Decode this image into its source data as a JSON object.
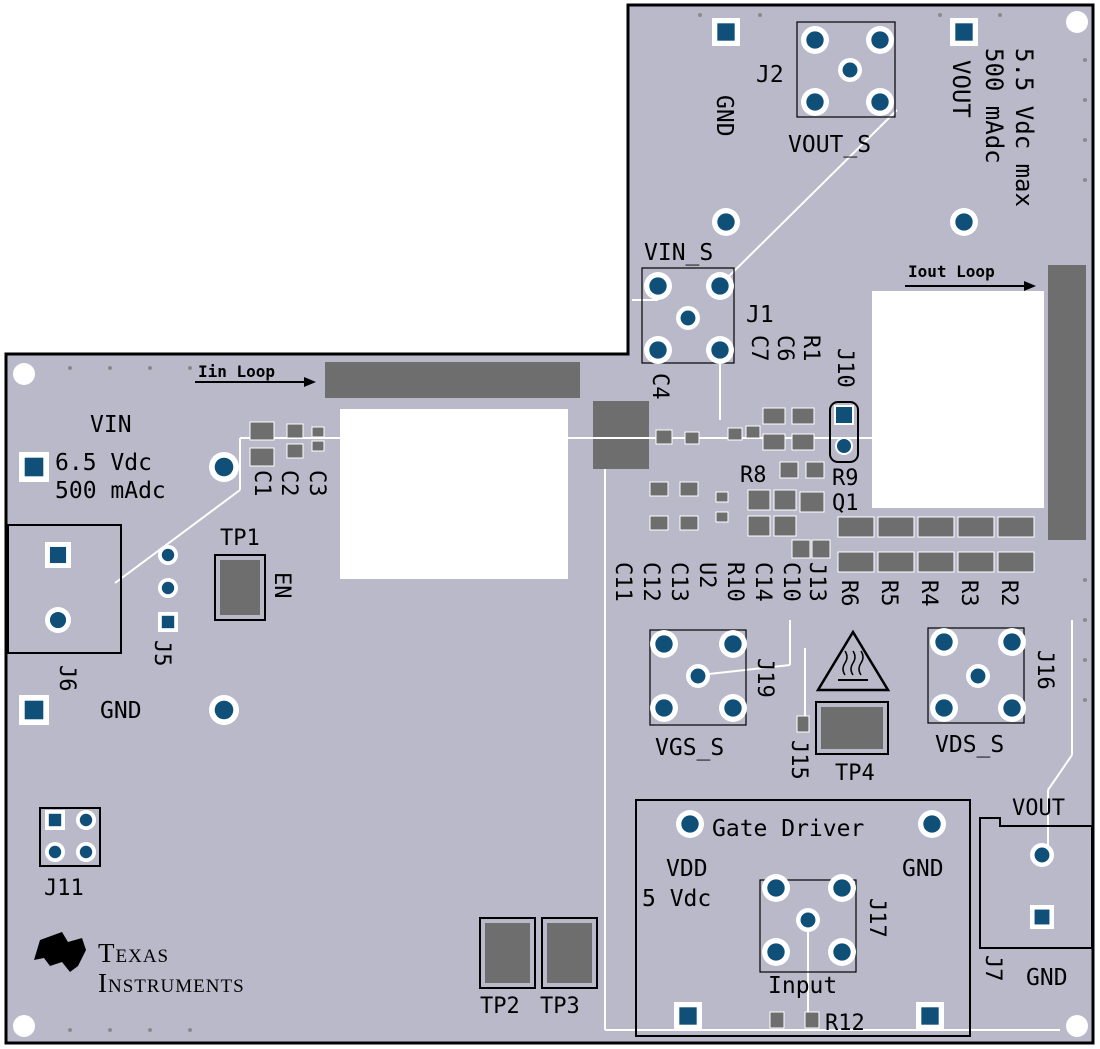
{
  "colors": {
    "board": "#b9b9c9",
    "copper": "#6e6e6e",
    "pad_ring": "#ffffff",
    "pad_center": "#0f4f78",
    "outline": "#000000",
    "silk": "#000000"
  },
  "logo": {
    "line1": "Texas",
    "line2": "Instruments"
  },
  "loops": {
    "iin": "Iin Loop",
    "iout": "Iout Loop"
  },
  "vin_block": {
    "title": "VIN",
    "voltage": "6.5 Vdc",
    "current": "500 mAdc"
  },
  "vout_spec": {
    "title": "VOUT",
    "current": "500 mAdc",
    "voltage": "5.5 Vdc max"
  },
  "gate_driver": {
    "title": "Gate Driver",
    "vdd": "VDD",
    "vdd_voltage": "5 Vdc",
    "gnd": "GND",
    "input": "Input"
  },
  "labels": {
    "gnd_top": "GND",
    "j2": "J2",
    "vout_s": "VOUT_S",
    "vin_s": "VIN_S",
    "j1": "J1",
    "gnd_left": "GND",
    "tp1": "TP1",
    "en": "EN",
    "j5": "J5",
    "j6": "J6",
    "j11": "J11",
    "tp2": "TP2",
    "tp3": "TP3",
    "vgs_s": "VGS_S",
    "j19": "J19",
    "j15": "J15",
    "tp4": "TP4",
    "vds_s": "VDS_S",
    "j16": "J16",
    "vout_right": "VOUT",
    "j7": "J7",
    "gnd_right": "GND",
    "j17": "J17",
    "r12": "R12",
    "j10": "J10",
    "q1": "Q1",
    "r8": "R8",
    "r9": "R9"
  },
  "components": {
    "caps_left": [
      "C1",
      "C2",
      "C3"
    ],
    "c4": "C4",
    "top_row": [
      "C7",
      "C6",
      "R1"
    ],
    "bottom_row": [
      "C11",
      "C12",
      "C13",
      "U2",
      "R10",
      "C14",
      "C10",
      "J13"
    ],
    "resistors": [
      "R6",
      "R5",
      "R4",
      "R3",
      "R2"
    ]
  }
}
